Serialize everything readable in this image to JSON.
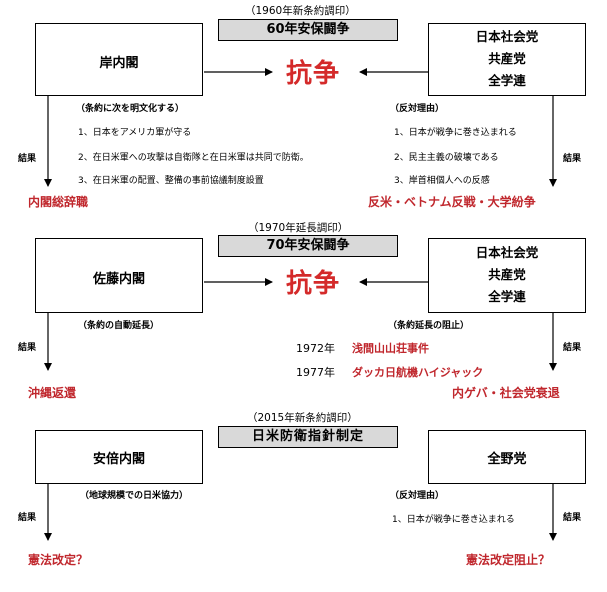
{
  "era1960": {
    "caption": "（1960年新条約調印）",
    "title": "60年安保闘争",
    "gov": "岸内閣",
    "opposition": [
      "日本社会党",
      "共産党",
      "全学連"
    ],
    "conflict": "抗争",
    "gov_reason_title": "（条約に次を明文化する）",
    "gov_reasons": [
      "1、日本をアメリカ軍が守る",
      "2、在日米軍への攻撃は自衛隊と在日米軍は共同で防衛。",
      "3、在日米軍の配置、整備の事前協議制度設置"
    ],
    "opp_reason_title": "（反対理由）",
    "opp_reasons": [
      "1、日本が戦争に巻き込まれる",
      "2、民主主義の破壊である",
      "3、岸首相個人への反感"
    ],
    "result_label_left": "結果",
    "result_label_right": "結果",
    "gov_result": "内閣総辞職",
    "opp_result": "反米・ベトナム反戦・大学紛争"
  },
  "era1970": {
    "caption": "（1970年延長調印）",
    "title": "70年安保闘争",
    "gov": "佐藤内閣",
    "opposition": [
      "日本社会党",
      "共産党",
      "全学連"
    ],
    "conflict": "抗争",
    "gov_reason_title": "（条約の自動延長）",
    "opp_reason_title": "（条約延長の阻止）",
    "result_label_left": "結果",
    "result_label_right": "結果",
    "events": [
      {
        "year": "1972年",
        "name": "浅間山山荘事件"
      },
      {
        "year": "1977年",
        "name": "ダッカ日航機ハイジャック"
      }
    ],
    "gov_result": "沖縄返還",
    "opp_result": "内ゲバ・社会党衰退"
  },
  "era2015": {
    "caption": "（2015年新条約調印）",
    "title": "日米防衛指針制定",
    "gov": "安倍内閣",
    "opposition": "全野党",
    "gov_reason_title": "（地球規模での日米協力）",
    "opp_reason_title": "（反対理由）",
    "opp_reasons": [
      "1、日本が戦争に巻き込まれる"
    ],
    "result_label_left": "結果",
    "result_label_right": "結果",
    "gov_result": "憲法改定？",
    "opp_result": "憲法改定阻止？"
  }
}
